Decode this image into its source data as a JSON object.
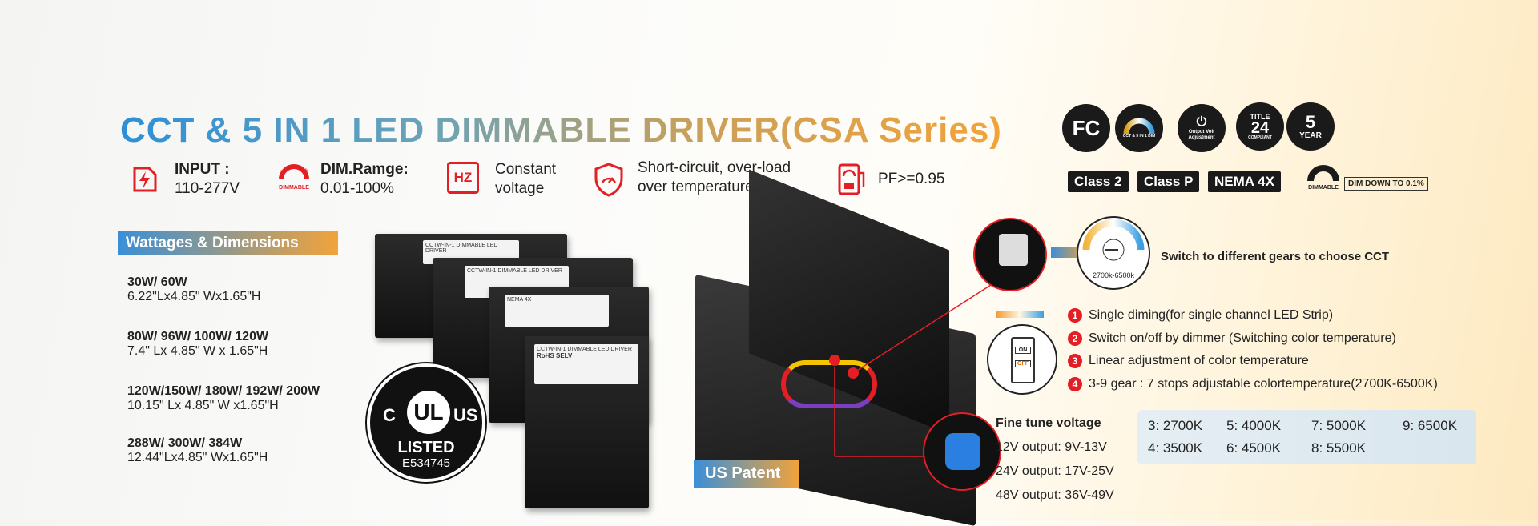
{
  "title": "CCT & 5 IN 1 LED DIMMABLE DRIVER(CSA Series)",
  "features": [
    {
      "icon": "lightning-plug-icon",
      "label": "INPUT :",
      "value": "110-277V"
    },
    {
      "icon": "dimmable-icon",
      "icon_text": "DIMMABLE",
      "label": "DIM.Ramge:",
      "value": "0.01-100%"
    },
    {
      "icon": "hz-icon",
      "icon_text": "HZ",
      "line1": "Constant",
      "line2": "voltage"
    },
    {
      "icon": "shield-icon",
      "line1": "Short-circuit, over-load",
      "line2": "over temperature"
    },
    {
      "icon": "power-meter-icon",
      "value": "PF>=0.95"
    }
  ],
  "badges": [
    {
      "icon": "fcc-icon",
      "text": "FC"
    },
    {
      "icon": "cct-dim-icon",
      "text": "CCT & 5 IN 1 DIM"
    },
    {
      "icon": "output-volt-icon",
      "text": "Output Volt Adjustment"
    },
    {
      "icon": "title24-icon",
      "top": "TITLE",
      "mid": "24",
      "bottom": "COMPLIANT"
    },
    {
      "icon": "five-year-icon",
      "mid": "5",
      "bottom": "YEAR"
    }
  ],
  "classes": [
    "Class 2",
    "Class P",
    "NEMA 4X"
  ],
  "dim_down": {
    "icon_text": "DIMMABLE",
    "text": "DIM DOWN TO 0.1%"
  },
  "wattages": {
    "label": "Wattages & Dimensions",
    "items": [
      {
        "watts": "30W/ 60W",
        "dims": "6.22\"Lx4.85\" Wx1.65\"H"
      },
      {
        "watts": "80W/ 96W/ 100W/ 120W",
        "dims": "7.4\" Lx 4.85\" W x 1.65\"H"
      },
      {
        "watts": "120W/150W/ 180W/ 192W/ 200W",
        "dims": "10.15\" Lx 4.85\" W x1.65\"H"
      },
      {
        "watts": "288W/ 300W/ 384W",
        "dims": "12.44\"Lx4.85\" Wx1.65\"H"
      }
    ]
  },
  "ul": {
    "c": "C",
    "ul": "UL",
    "us": "US",
    "listed": "LISTED",
    "number": "E534745"
  },
  "driver_label": {
    "title": "CCTW-IN-1 DIMMABLE LED DRIVER",
    "nema": "NEMA 4X",
    "rohs": "RoHS SELV"
  },
  "patent": "US Patent",
  "cct_switch": {
    "dial_label": "2700k-6500k",
    "caption": "Switch to different gears to choose CCT"
  },
  "switch_labels": {
    "on": "ON",
    "off": "OFF"
  },
  "modes": [
    {
      "num": "1",
      "text": "Single diming(for single channel LED Strip)"
    },
    {
      "num": "2",
      "text": "Switch on/off by dimmer (Switching color temperature)"
    },
    {
      "num": "3",
      "text": "Linear adjustment of color temperature"
    },
    {
      "num": "4",
      "text": "3-9 gear : 7 stops adjustable colortemperature(2700K-6500K)"
    }
  ],
  "fine_tune": {
    "title": "Fine tune voltage",
    "lines": [
      "12V output: 9V-13V",
      "24V output: 17V-25V",
      "48V output: 36V-49V"
    ]
  },
  "cct_table": [
    "3: 2700K",
    "5: 4000K",
    "7: 5000K",
    "9: 6500K",
    "4: 3500K",
    "6: 4500K",
    "8: 5500K"
  ]
}
